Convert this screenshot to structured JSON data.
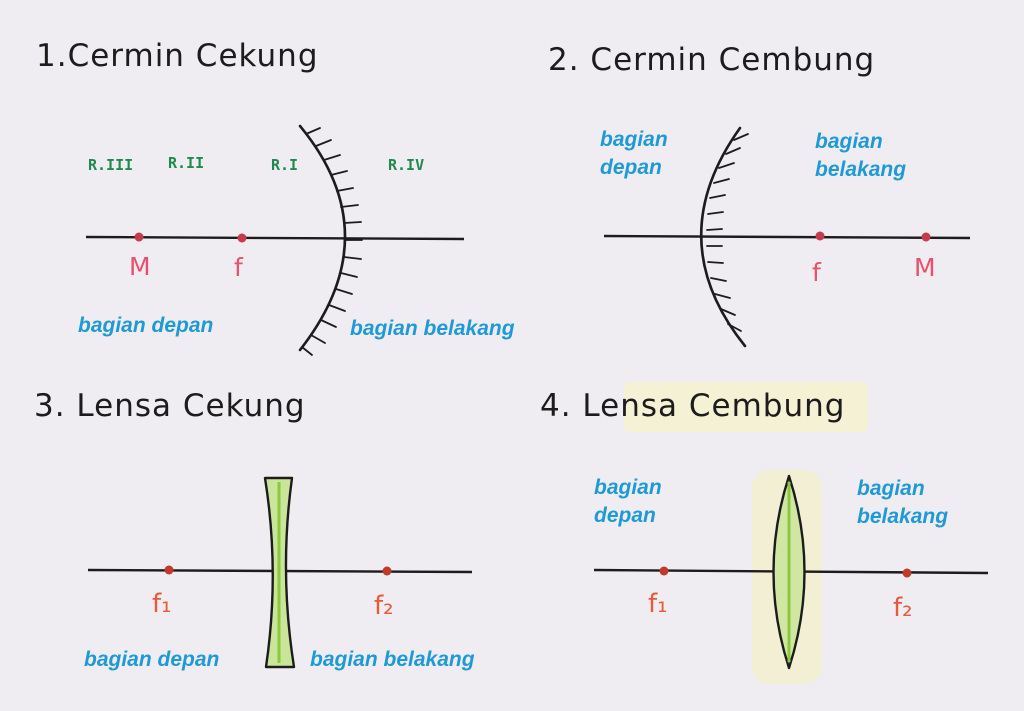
{
  "colors": {
    "paper": "#efedf2",
    "ink": "#1c1c1c",
    "label_blue": "#1f9ad6",
    "region_green": "#1e8a4e",
    "point_red": "#e8506b",
    "point_orange": "#e8593a",
    "lens_fill": "#bfe08a",
    "lens_highlight": "#f3f0c8"
  },
  "panel1": {
    "title": "1.Cermin Cekung",
    "regions": [
      "R.III",
      "R.II",
      "R.I",
      "R.IV"
    ],
    "point_m": "M",
    "point_f": "f",
    "front_label": "bagian depan",
    "back_label": "bagian belakang"
  },
  "panel2": {
    "title": "2. Cermin Cembung",
    "front_line1": "bagian",
    "front_line2": "depan",
    "back_line1": "bagian",
    "back_line2": "belakang",
    "point_f": "f",
    "point_m": "M"
  },
  "panel3": {
    "title": "3. Lensa Cekung",
    "point_f1": "f₁",
    "point_f2": "f₂",
    "front_label": "bagian depan",
    "back_label": "bagian belakang"
  },
  "panel4": {
    "title": "4. Lensa Cembung",
    "front_line1": "bagian",
    "front_line2": "depan",
    "back_line1": "bagian",
    "back_line2": "belakang",
    "point_f1": "f₁",
    "point_f2": "f₂"
  },
  "icons": {
    "concave_mirror": "concave-mirror-icon",
    "convex_mirror": "convex-mirror-icon",
    "concave_lens": "concave-lens-icon",
    "convex_lens": "convex-lens-icon"
  }
}
